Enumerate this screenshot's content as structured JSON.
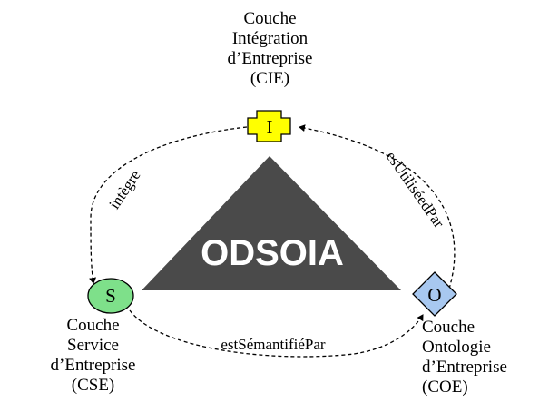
{
  "diagram": {
    "center_label": "ODSOIA",
    "colors": {
      "triangle": "#4a4a4a",
      "center_text": "#ffffff",
      "integration_fill": "#ffff00",
      "service_fill": "#7ee08a",
      "ontology_fill": "#a8c8f0",
      "stroke": "#000000"
    },
    "nodes": {
      "integration": {
        "letter": "I",
        "lines": [
          "Couche",
          "Intégration",
          "d’Entreprise",
          "(CIE)"
        ]
      },
      "service": {
        "letter": "S",
        "lines": [
          "Couche",
          "Service",
          "d’Entreprise",
          "(CSE)"
        ]
      },
      "ontology": {
        "letter": "O",
        "lines": [
          "Couche",
          "Ontologie",
          "d’Entreprise",
          "(COE)"
        ]
      }
    },
    "relations": {
      "left": "intègre",
      "right": "esUtiliséedPar",
      "bottom": "estSémantifiéPar"
    }
  }
}
